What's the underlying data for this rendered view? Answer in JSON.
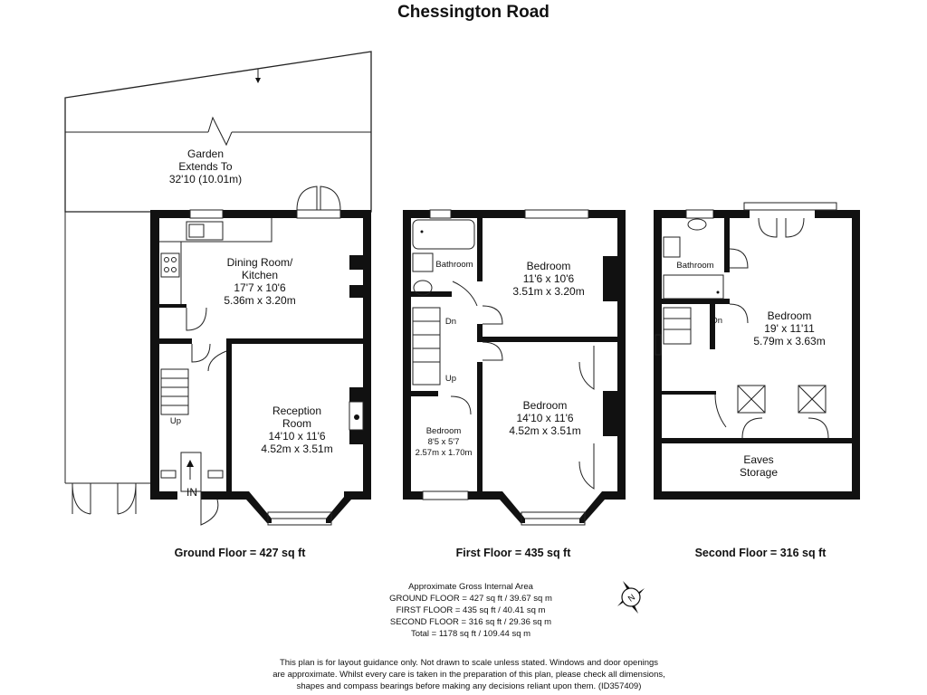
{
  "title": "Chessington Road",
  "garden": {
    "line1": "Garden",
    "line2": "Extends To",
    "line3": "32'10 (10.01m)"
  },
  "ground_floor": {
    "label": "Ground Floor = 427 sq ft",
    "dining": {
      "line1": "Dining Room/",
      "line2": "Kitchen",
      "line3": "17'7 x 10'6",
      "line4": "5.36m x 3.20m"
    },
    "reception": {
      "line1": "Reception",
      "line2": "Room",
      "line3": "14'10 x 11'6",
      "line4": "4.52m x 3.51m"
    },
    "up": "Up",
    "entrance": "IN"
  },
  "first_floor": {
    "label": "First Floor = 435 sq ft",
    "bathroom": "Bathroom",
    "bedroom1": {
      "line1": "Bedroom",
      "line2": "11'6 x 10'6",
      "line3": "3.51m x 3.20m"
    },
    "bedroom2": {
      "line1": "Bedroom",
      "line2": "14'10 x 11'6",
      "line3": "4.52m x 3.51m"
    },
    "bedroom3": {
      "line1": "Bedroom",
      "line2": "8'5 x 5'7",
      "line3": "2.57m x 1.70m"
    },
    "dn": "Dn",
    "up": "Up"
  },
  "second_floor": {
    "label": "Second Floor = 316 sq ft",
    "bathroom": "Bathroom",
    "bedroom": {
      "line1": "Bedroom",
      "line2": "19' x 11'11",
      "line3": "5.79m x 3.63m"
    },
    "dn": "Dn",
    "eaves": {
      "line1": "Eaves",
      "line2": "Storage"
    }
  },
  "area_summary": {
    "heading": "Approximate Gross Internal Area",
    "ground": "GROUND FLOOR = 427 sq ft / 39.67 sq m",
    "first": "FIRST FLOOR = 435 sq ft / 40.41 sq m",
    "second": "SECOND FLOOR = 316 sq ft / 29.36 sq m",
    "total": "Total = 1178 sq ft / 109.44 sq m"
  },
  "compass_letter": "N",
  "disclaimer": {
    "line1": "This plan is for layout guidance only. Not drawn to scale unless stated. Windows and door openings",
    "line2": "are approximate. Whilst every care is taken in the preparation of this plan, please check all dimensions,",
    "line3": "shapes and compass bearings before making any decisions reliant upon them.  (ID357409)"
  }
}
